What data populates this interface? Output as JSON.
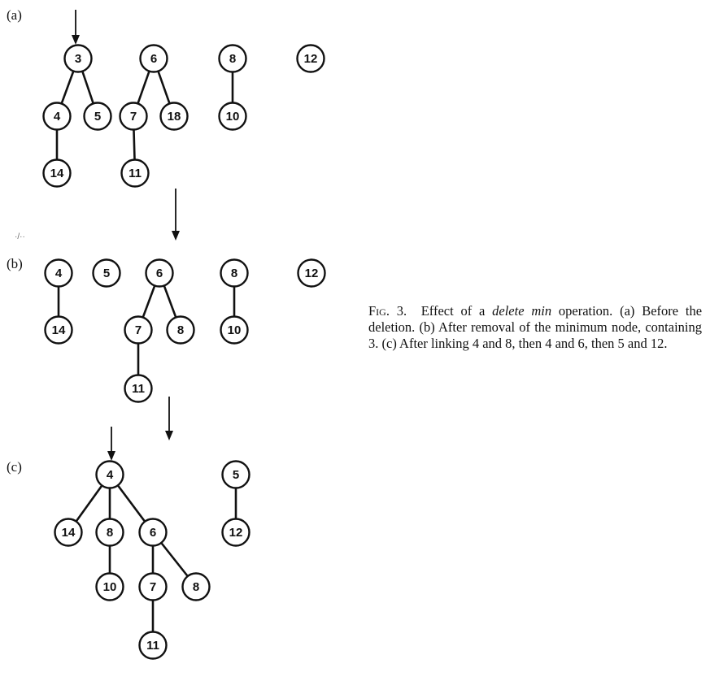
{
  "figure": {
    "parts": [
      {
        "label": "(a)",
        "nodes": [
          {
            "id": "a3",
            "key": "3"
          },
          {
            "id": "a4",
            "key": "4"
          },
          {
            "id": "a5",
            "key": "5"
          },
          {
            "id": "a14",
            "key": "14"
          },
          {
            "id": "a6",
            "key": "6"
          },
          {
            "id": "a7",
            "key": "7"
          },
          {
            "id": "a18",
            "key": "18"
          },
          {
            "id": "a11",
            "key": "11"
          },
          {
            "id": "a8",
            "key": "8"
          },
          {
            "id": "a10",
            "key": "10"
          },
          {
            "id": "a12",
            "key": "12"
          }
        ],
        "edges": [
          [
            "a3",
            "a4"
          ],
          [
            "a3",
            "a5"
          ],
          [
            "a4",
            "a14"
          ],
          [
            "a6",
            "a7"
          ],
          [
            "a6",
            "a18"
          ],
          [
            "a7",
            "a11"
          ],
          [
            "a8",
            "a10"
          ]
        ],
        "min_pointer": "a3"
      },
      {
        "label": "(b)",
        "nodes": [
          {
            "id": "b4",
            "key": "4"
          },
          {
            "id": "b14",
            "key": "14"
          },
          {
            "id": "b5",
            "key": "5"
          },
          {
            "id": "b6",
            "key": "6"
          },
          {
            "id": "b7",
            "key": "7"
          },
          {
            "id": "b8s",
            "key": "8"
          },
          {
            "id": "b11",
            "key": "11"
          },
          {
            "id": "b8",
            "key": "8"
          },
          {
            "id": "b10",
            "key": "10"
          },
          {
            "id": "b12",
            "key": "12"
          }
        ],
        "edges": [
          [
            "b4",
            "b14"
          ],
          [
            "b6",
            "b7"
          ],
          [
            "b6",
            "b8s"
          ],
          [
            "b7",
            "b11"
          ],
          [
            "b8",
            "b10"
          ]
        ]
      },
      {
        "label": "(c)",
        "nodes": [
          {
            "id": "c4",
            "key": "4"
          },
          {
            "id": "c14",
            "key": "14"
          },
          {
            "id": "c8",
            "key": "8"
          },
          {
            "id": "c10",
            "key": "10"
          },
          {
            "id": "c6",
            "key": "6"
          },
          {
            "id": "c7",
            "key": "7"
          },
          {
            "id": "c8b",
            "key": "8"
          },
          {
            "id": "c11",
            "key": "11"
          },
          {
            "id": "c5",
            "key": "5"
          },
          {
            "id": "c12",
            "key": "12"
          }
        ],
        "edges": [
          [
            "c4",
            "c14"
          ],
          [
            "c4",
            "c8"
          ],
          [
            "c4",
            "c6"
          ],
          [
            "c8",
            "c10"
          ],
          [
            "c6",
            "c7"
          ],
          [
            "c6",
            "c8b"
          ],
          [
            "c7",
            "c11"
          ],
          [
            "c5",
            "c12"
          ]
        ],
        "min_pointer": "c4"
      }
    ],
    "transition_arrows": [
      "a-to-b",
      "b-to-c"
    ]
  },
  "caption": {
    "prefix": "Fig. 3.",
    "lead": "Effect of a",
    "emphasis": "delete min",
    "rest": "operation. (a) Before the deletion. (b) After removal of the minimum node, containing 3. (c) After linking 4 and 8, then 4 and 6, then 5 and 12."
  },
  "scan_mark": "·/··"
}
